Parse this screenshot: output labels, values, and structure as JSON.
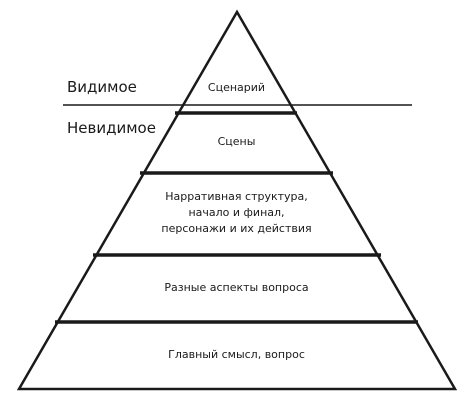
{
  "labels": {
    "visible": "Видимое",
    "invisible": "Невидимое"
  },
  "tiers": [
    {
      "lines": [
        "Сценарий"
      ]
    },
    {
      "lines": [
        "Сцены"
      ]
    },
    {
      "lines": [
        "Нарративная структура,",
        "начало и финал,",
        "персонажи и их действия"
      ]
    },
    {
      "lines": [
        "Разные аспекты вопроса"
      ]
    },
    {
      "lines": [
        "Главный смысл, вопрос"
      ]
    }
  ],
  "colors": {
    "line": "#1a1a1a",
    "background": "#ffffff"
  }
}
